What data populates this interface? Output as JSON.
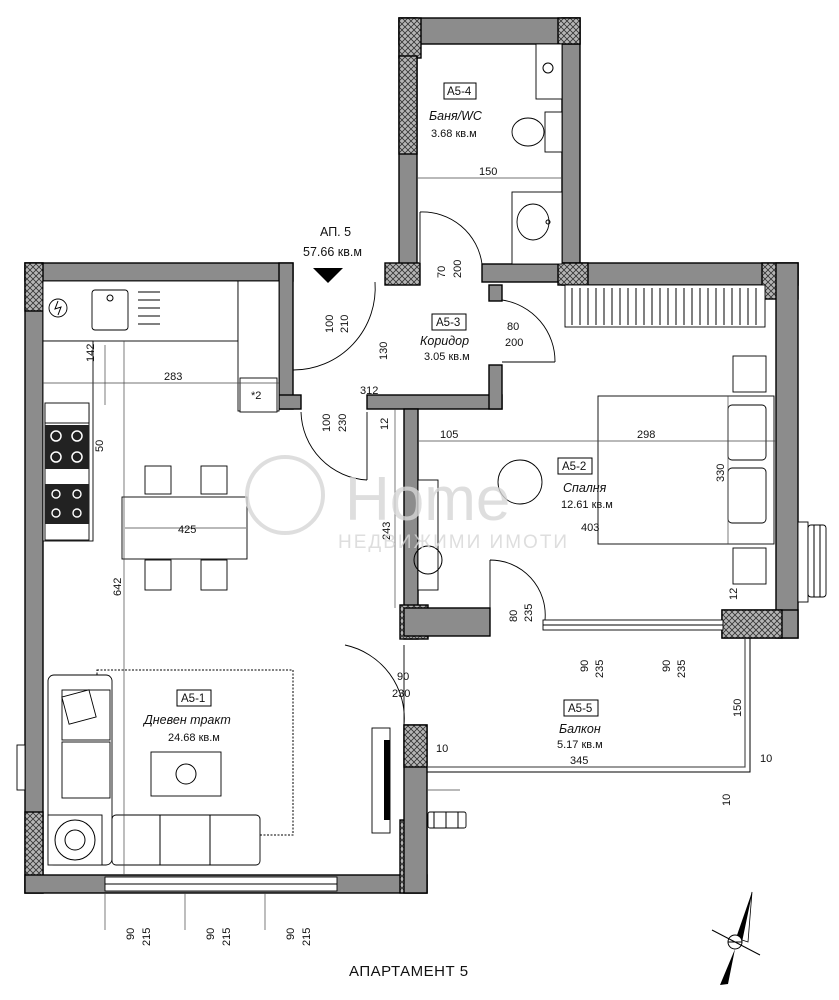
{
  "apartment": {
    "label": "АП. 5",
    "area": "57.66 кв.м",
    "title": "АПАРТАМЕНТ 5"
  },
  "watermark": {
    "brand": "Home",
    "sub": "НЕДВИЖИМИ ИМОТИ"
  },
  "rooms": [
    {
      "id": "A5-1",
      "name": "Дневен тракт",
      "area": "24.68 кв.м"
    },
    {
      "id": "A5-2",
      "name": "Спалня",
      "area": "12.61 кв.м"
    },
    {
      "id": "A5-3",
      "name": "Коридор",
      "area": "3.05 кв.м"
    },
    {
      "id": "A5-4",
      "name": "Баня/WC",
      "area": "3.68 кв.м"
    },
    {
      "id": "A5-5",
      "name": "Балкон",
      "area": "5.17 кв.м"
    }
  ],
  "dims": {
    "bath_width": "150",
    "door_bath_w": "70",
    "door_bath_h": "200",
    "door_entry_w": "100",
    "door_entry_h": "210",
    "door_bed_w": "80",
    "door_bed_h": "200",
    "corr_h": "130",
    "corr_w": "312",
    "door_living_w": "100",
    "door_living_h": "230",
    "kitchen_depth": "142",
    "kitchen_len": "283",
    "stove": "50",
    "living_w": "425",
    "living_h": "642",
    "fridge": "*2",
    "wall12a": "12",
    "bed_w1": "105",
    "bed_w2": "298",
    "bed_h": "330",
    "bed_side": "243",
    "bed_len": "403",
    "wall12b": "12",
    "door_bal_w": "80",
    "door_bal_h": "235",
    "win_bal1_w": "90",
    "win_bal1_h": "235",
    "win_bal2_w": "90",
    "win_bal2_h": "235",
    "door_liv_bal_w": "90",
    "door_liv_bal_h": "230",
    "bal_depth": "150",
    "bal_len": "345",
    "rail10a": "10",
    "rail10b": "10",
    "rail10c": "10",
    "win1_w": "90",
    "win1_h": "215",
    "win2_w": "90",
    "win2_h": "215",
    "win3_w": "90",
    "win3_h": "215"
  }
}
